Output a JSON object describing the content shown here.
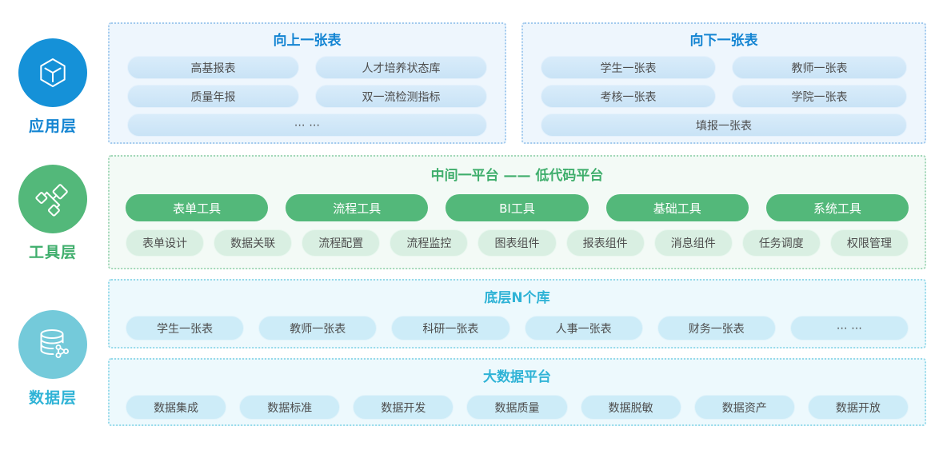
{
  "layers": {
    "app": {
      "label": "应用层"
    },
    "tool": {
      "label": "工具层"
    },
    "data": {
      "label": "数据层"
    }
  },
  "up_table": {
    "title": "向上一张表",
    "pills": [
      "高基报表",
      "人才培养状态库",
      "质量年报",
      "双一流检测指标",
      "⋯ ⋯"
    ]
  },
  "down_table": {
    "title": "向下一张表",
    "pills": [
      "学生一张表",
      "教师一张表",
      "考核一张表",
      "学院一张表",
      "填报一张表"
    ]
  },
  "middle_platform": {
    "title": "中间一平台 —— 低代码平台",
    "tools": [
      "表单工具",
      "流程工具",
      "BI工具",
      "基础工具",
      "系统工具"
    ],
    "features": [
      "表单设计",
      "数据关联",
      "流程配置",
      "流程监控",
      "图表组件",
      "报表组件",
      "消息组件",
      "任务调度",
      "权限管理"
    ]
  },
  "base_dbs": {
    "title": "底层N个库",
    "pills": [
      "学生一张表",
      "教师一张表",
      "科研一张表",
      "人事一张表",
      "财务一张表",
      "⋯ ⋯"
    ]
  },
  "bigdata": {
    "title": "大数据平台",
    "pills": [
      "数据集成",
      "数据标准",
      "数据开发",
      "数据质量",
      "数据脱敏",
      "数据资产",
      "数据开放"
    ]
  },
  "colors": {
    "app_blue": "#1591d8",
    "blue_text": "#1384d2",
    "tool_green": "#53b87a",
    "green_text": "#3fae6c",
    "data_teal": "#74cada",
    "teal_text": "#2fb3d6"
  }
}
